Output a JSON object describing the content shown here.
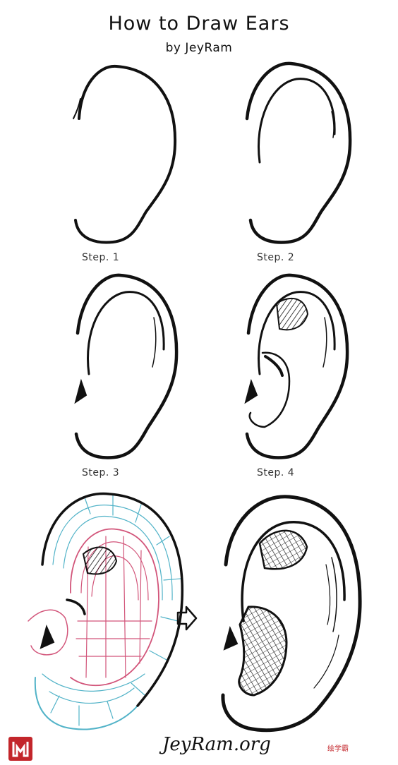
{
  "title": "How to Draw Ears",
  "byline": "by JeyRam",
  "steps": [
    {
      "label": "Step. 1"
    },
    {
      "label": "Step. 2"
    },
    {
      "label": "Step. 3"
    },
    {
      "label": "Step. 4"
    }
  ],
  "signature": "JeyRam.org",
  "watermark": "绘学霸",
  "colors": {
    "ink": "#111111",
    "grid_red": "#d2557a",
    "grid_cyan": "#52b3c8",
    "logo_red": "#c3262b"
  }
}
